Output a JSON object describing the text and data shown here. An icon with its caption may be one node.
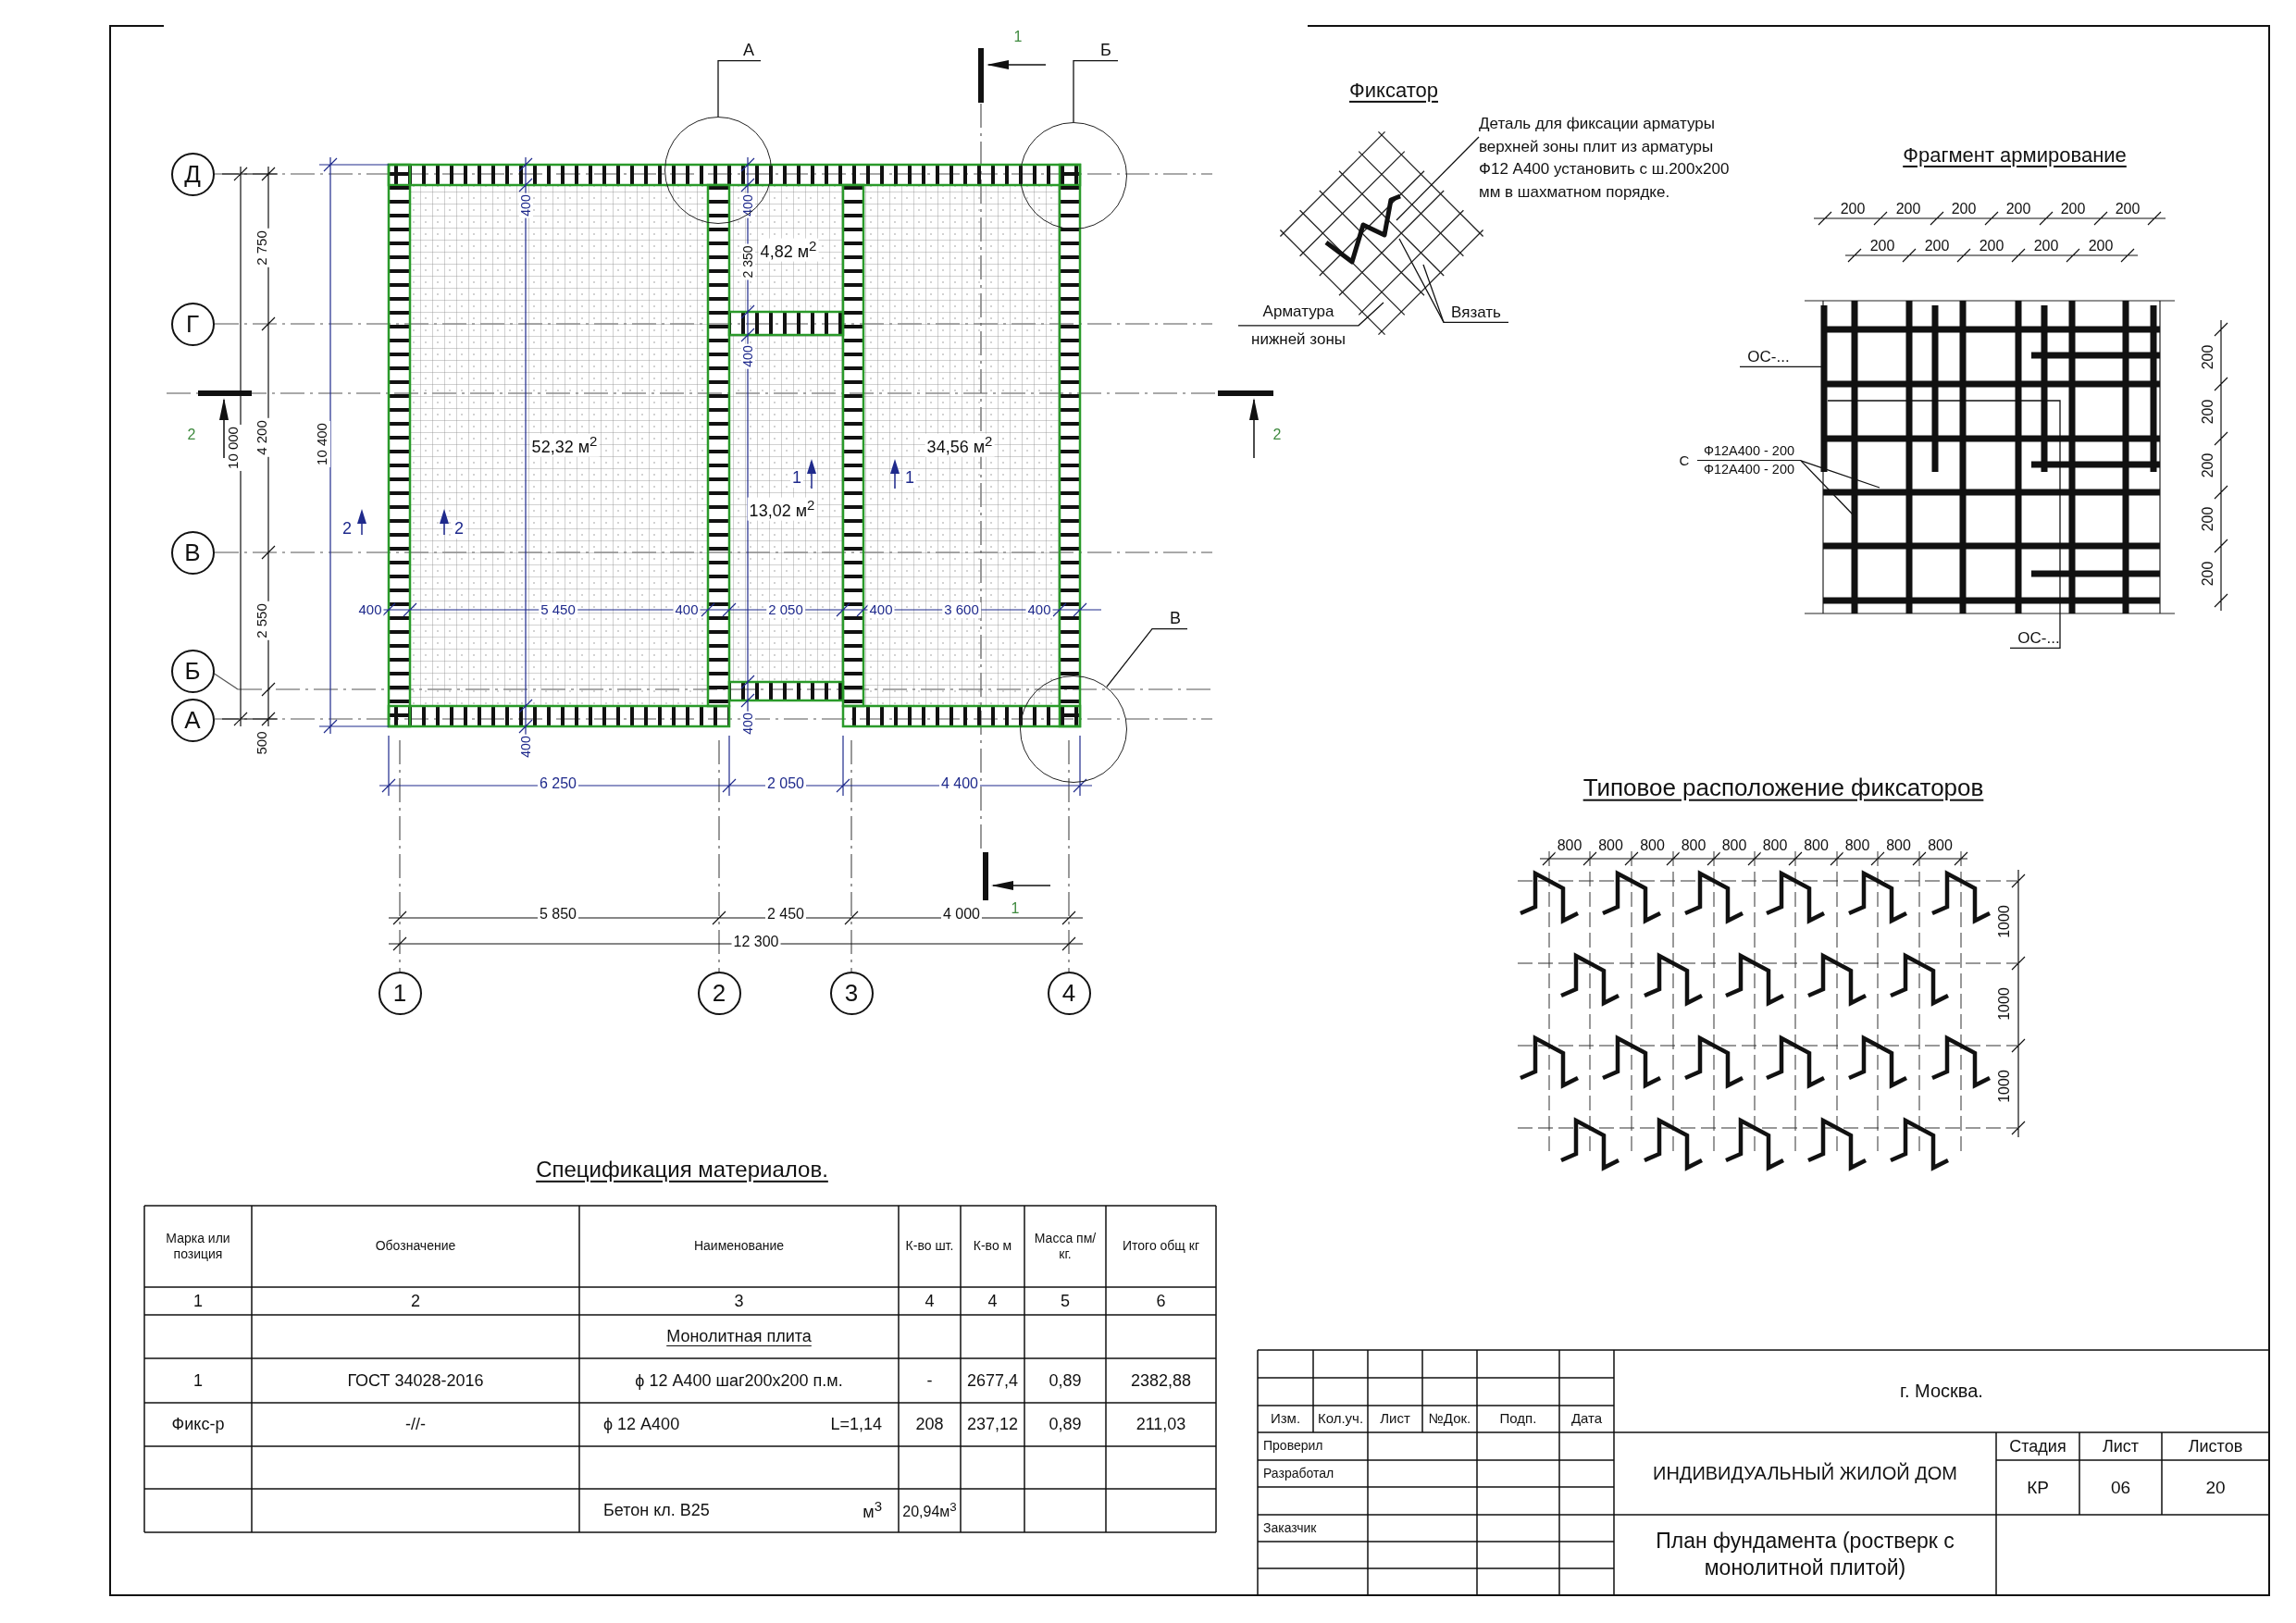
{
  "diagram": {
    "nodes": [
      {
        "text": [
          "Д"
        ]
      },
      {
        "text": [
          "Г"
        ]
      },
      {
        "text": [
          "В"
        ]
      },
      {
        "text": [
          "Б"
        ]
      },
      {
        "text": [
          "А"
        ]
      },
      {
        "text": [
          "1"
        ]
      },
      {
        "text": [
          "2"
        ]
      },
      {
        "text": [
          "3"
        ]
      },
      {
        "text": [
          "4"
        ]
      },
      {
        "text": [
          "А"
        ]
      },
      {
        "text": [],
        "shape": "circle"
      },
      {
        "text": [
          "Б"
        ]
      },
      {
        "text": [],
        "shape": "circle"
      },
      {
        "text": [
          "В"
        ]
      },
      {
        "text": [],
        "shape": "circle"
      },
      {
        "text": [
          "Деталь для фиксации арматуры верхней зоны плит из арматуры Ф12 А400 установить с ш.200x200 мм в шахматном порядке."
        ]
      },
      {
        "text": [
          "Арматура нижней зоны"
        ]
      },
      {
        "text": [
          "Вязать"
        ]
      },
      {
        "text": [
          "ОС-..."
        ]
      },
      {
        "text": [
          "Ф12А400 - 200",
          "Ф12А400 - 200"
        ]
      },
      {
        "text": [
          "ОС-..."
        ]
      },
      {
        "text": [],
        "shape": "picture"
      },
      {
        "text": [],
        "shape": "picture"
      }
    ],
    "edges": [
      {
        "from": 9,
        "to": 10,
        "arrow": "none"
      },
      {
        "from": 11,
        "to": 12,
        "arrow": "none"
      },
      {
        "from": 13,
        "to": 14,
        "arrow": "none"
      },
      {
        "from": 15,
        "to": 21,
        "arrow": "none"
      },
      {
        "from": 16,
        "to": 21,
        "arrow": "none"
      },
      {
        "from": 17,
        "to": 21,
        "arrow": "none"
      },
      {
        "from": 17,
        "to": 21,
        "arrow": "none"
      },
      {
        "from": 18,
        "to": 22,
        "arrow": "none"
      },
      {
        "from": 19,
        "to": 22,
        "arrow": "none"
      },
      {
        "from": 19,
        "to": 22,
        "arrow": "none"
      },
      {
        "from": 20,
        "to": 22,
        "arrow": "none"
      }
    ],
    "labels": [
      "2 750",
      "4 200",
      "2 550",
      "500",
      "10 000",
      "10 400",
      "2",
      "2",
      "1",
      "1",
      "400",
      "400",
      "2 350",
      "4,82 м$^{2}$",
      "400",
      "52,32 м$^{2}$",
      "34,56 м$^{2}$",
      "13,02 м$^{2}$",
      "1",
      "1",
      "2",
      "2",
      "400",
      "5 450",
      "400",
      "2 050",
      "400",
      "3 600",
      "400",
      "400",
      "400",
      "6 250",
      "2 050",
      "4 400",
      "5 850",
      "2 450",
      "4 000",
      "12 300",
      "Фиксатор",
      "Фрагмент армирование",
      "200",
      "200",
      "200",
      "200",
      "200",
      "200",
      "200",
      "200",
      "200",
      "200",
      "200",
      "200",
      "200",
      "200",
      "200",
      "200",
      "С",
      "Типовое расположение фиксаторов",
      "800",
      "800",
      "800",
      "800",
      "800",
      "800",
      "800",
      "800",
      "800",
      "800",
      "1000",
      "1000",
      "1000",
      "Спецификация материалов.",
      "Марка или позиция",
      "Обозначение",
      "Наименование",
      "К-во шт.",
      "К-во м",
      "Масса пм/кг.",
      "Итого общ кг",
      "1",
      "2",
      "3",
      "4",
      "4",
      "5",
      "6",
      "Монолитная плита",
      "1",
      "ГОСТ 34028-2016",
      "ϕ 12 А400 шаг200x200 п.м.",
      "-",
      "2677,4",
      "0,89",
      "2382,88",
      "Фикс-р",
      "-//-",
      "ϕ 12 А400",
      "L=1,14",
      "208",
      "237,12",
      "0,89",
      "211,03",
      "Бетон кл. В25",
      "м$^{3}$",
      "20,94м$^{3}$",
      "Изм.",
      "Кол.уч.",
      "Лист",
      "№Док.",
      "Подп.",
      "Дата",
      "Проверил",
      "Разработал",
      "Заказчик",
      "г. Москва.",
      "ИНДИВИДУАЛЬНЫЙ ЖИЛОЙ ДОМ",
      "Стадия",
      "Лист",
      "Листов",
      "КР",
      "06",
      "20",
      "План фундамента (ростверк с монолитной плитой)"
    ]
  }
}
